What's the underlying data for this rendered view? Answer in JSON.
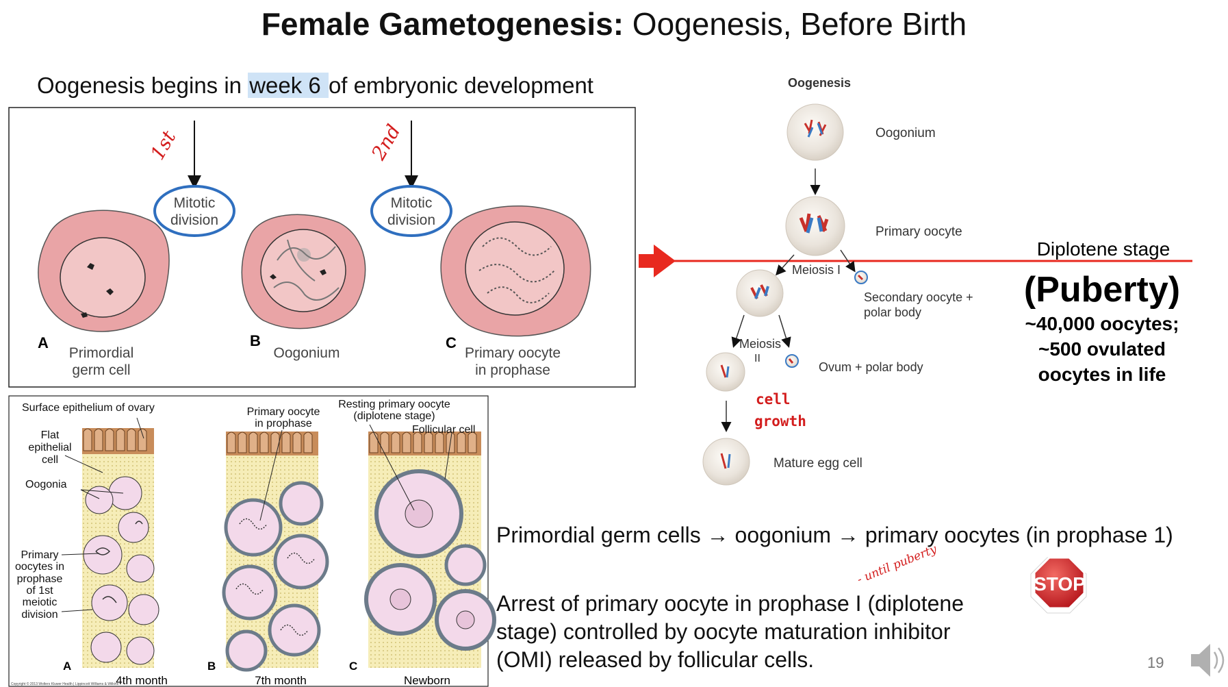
{
  "title": {
    "bold": "Female Gametogenesis:",
    "rest": " Oogenesis, Before Birth"
  },
  "intro": {
    "pre": "Oogenesis begins in ",
    "highlight": "week 6 ",
    "post": "of embryonic development"
  },
  "panel_top": {
    "annotations": [
      "1st",
      "2nd"
    ],
    "division_labels": [
      [
        "Mitotic",
        "division"
      ],
      [
        "Mitotic",
        "division"
      ]
    ],
    "cells": [
      {
        "letter": "A",
        "label": [
          "Primordial",
          "germ cell"
        ]
      },
      {
        "letter": "B",
        "label": [
          "Oogonium"
        ]
      },
      {
        "letter": "C",
        "label": [
          "Primary oocyte",
          "in prophase"
        ]
      }
    ]
  },
  "panel_bottom": {
    "labels": {
      "surface": "Surface epithelium of ovary",
      "flat": [
        "Flat",
        "epithelial",
        "cell"
      ],
      "oogonia": "Oogonia",
      "primary_prophase": [
        "Primary",
        "oocytes in",
        "prophase",
        "of 1st",
        "meiotic",
        "division"
      ],
      "oocyte_prophase": [
        "Primary oocyte",
        "in prophase"
      ],
      "resting": [
        "Resting primary oocyte",
        "(diplotene stage)"
      ],
      "follicular": "Follicular cell"
    },
    "columns": [
      {
        "letter": "A",
        "caption": "4th month"
      },
      {
        "letter": "B",
        "caption": "7th month"
      },
      {
        "letter": "C",
        "caption": "Newborn"
      }
    ],
    "copyright": "Copyright © 2013 Wolters Kluwer Health | Lippincott Williams & Wilkins"
  },
  "flowchart": {
    "heading": "Oogenesis",
    "stages": [
      "Oogonium",
      "Primary oocyte",
      "Meiosis I",
      "Secondary oocyte +",
      "polar body",
      "Meiosis",
      "II",
      "Ovum + polar body",
      "Mature egg cell"
    ],
    "annotation": [
      "cell",
      "growth"
    ]
  },
  "right_info": {
    "stage": "Diplotene stage",
    "puberty": "(Puberty)",
    "counts": [
      "~40,000 oocytes;",
      "~500 ovulated",
      "oocytes in life"
    ]
  },
  "bullets": {
    "line1": "Primordial germ cells → oogonium → primary oocytes (in prophase 1)",
    "line2": [
      "Arrest of primary oocyte in prophase I (diplotene",
      "stage) controlled by oocyte maturation inhibitor",
      "(OMI) released by follicular cells."
    ],
    "handnote": "- until puberty"
  },
  "stop_sign": "STOP",
  "page_number": "19",
  "colors": {
    "cell_pink": "#e9a4a6",
    "nucleus_pink": "#f2c6c6",
    "accent_red": "#e8291f",
    "circle_blue": "#2f6fbf"
  }
}
